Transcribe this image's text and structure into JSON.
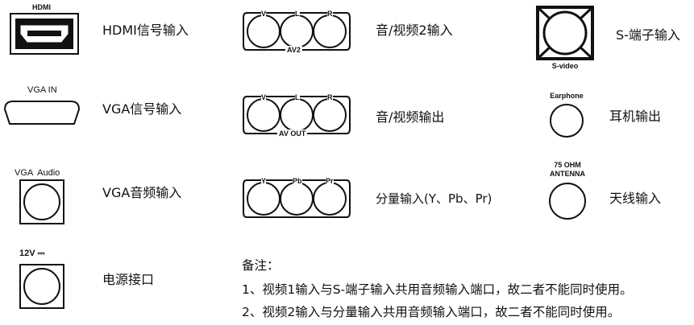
{
  "ports": {
    "hdmi": {
      "icon_text": "HDMI",
      "label": "HDMI信号输入"
    },
    "vga": {
      "icon_text": "VGA IN",
      "label": "VGA信号输入"
    },
    "vga_audio": {
      "icon_text": "VGA  Audio",
      "label": "VGA音频输入"
    },
    "power": {
      "icon_text": "12V ⎓",
      "label": "电源接口"
    },
    "av2": {
      "jack_letters": [
        "V",
        "L",
        "R"
      ],
      "group_text": "AV2",
      "label": "音/视频2输入"
    },
    "av_out": {
      "jack_letters": [
        "V",
        "L",
        "R"
      ],
      "group_text": "AV OUT",
      "label": "音/视频输出"
    },
    "component": {
      "jack_letters": [
        "Y",
        "Pb",
        "Pr"
      ],
      "label": "分量输入(Y、Pb、Pr)"
    },
    "svideo": {
      "icon_text": "S-video",
      "label": "S-端子输入"
    },
    "earphone": {
      "icon_text": "Earphone",
      "label": "耳机输出"
    },
    "antenna": {
      "icon_text_line1": "75 OHM",
      "icon_text_line2": "ANTENNA",
      "label": "天线输入"
    }
  },
  "notes": {
    "title": "备注：",
    "lines": [
      "1、视频1输入与S-端子输入共用音频输入端口，故二者不能同时使用。",
      "2、视频2输入与分量输入共用音频输入端口，故二者不能同时使用。"
    ]
  }
}
